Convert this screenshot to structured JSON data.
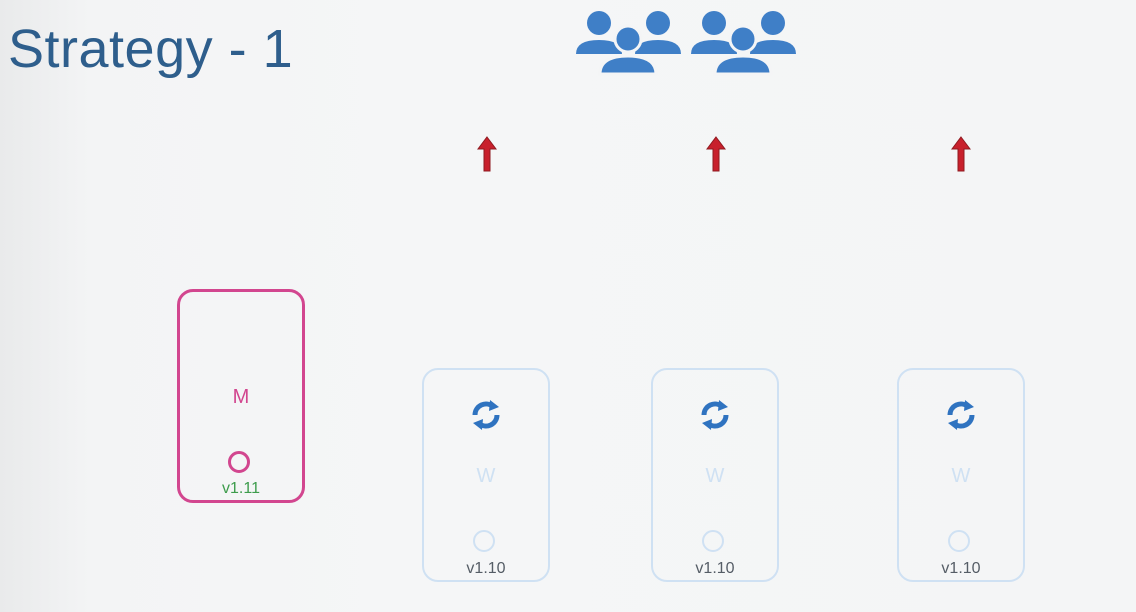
{
  "title": "Strategy - 1",
  "users_icon": "users-group-icon",
  "upgrade_arrows": [
    "up-arrow-icon",
    "up-arrow-icon",
    "up-arrow-icon"
  ],
  "master": {
    "letter": "M",
    "version": "v1.11"
  },
  "workers": [
    {
      "letter": "W",
      "version": "v1.10",
      "icon": "sync-icon"
    },
    {
      "letter": "W",
      "version": "v1.10",
      "icon": "sync-icon"
    },
    {
      "letter": "W",
      "version": "v1.10",
      "icon": "sync-icon"
    }
  ],
  "colors": {
    "title": "#2e5e8c",
    "users": "#3f7fc7",
    "arrow": "#c8202c",
    "master": "#d2468f",
    "master_version": "#3d9c4c",
    "worker_border": "#cfe1f3",
    "sync": "#2f73c0"
  }
}
